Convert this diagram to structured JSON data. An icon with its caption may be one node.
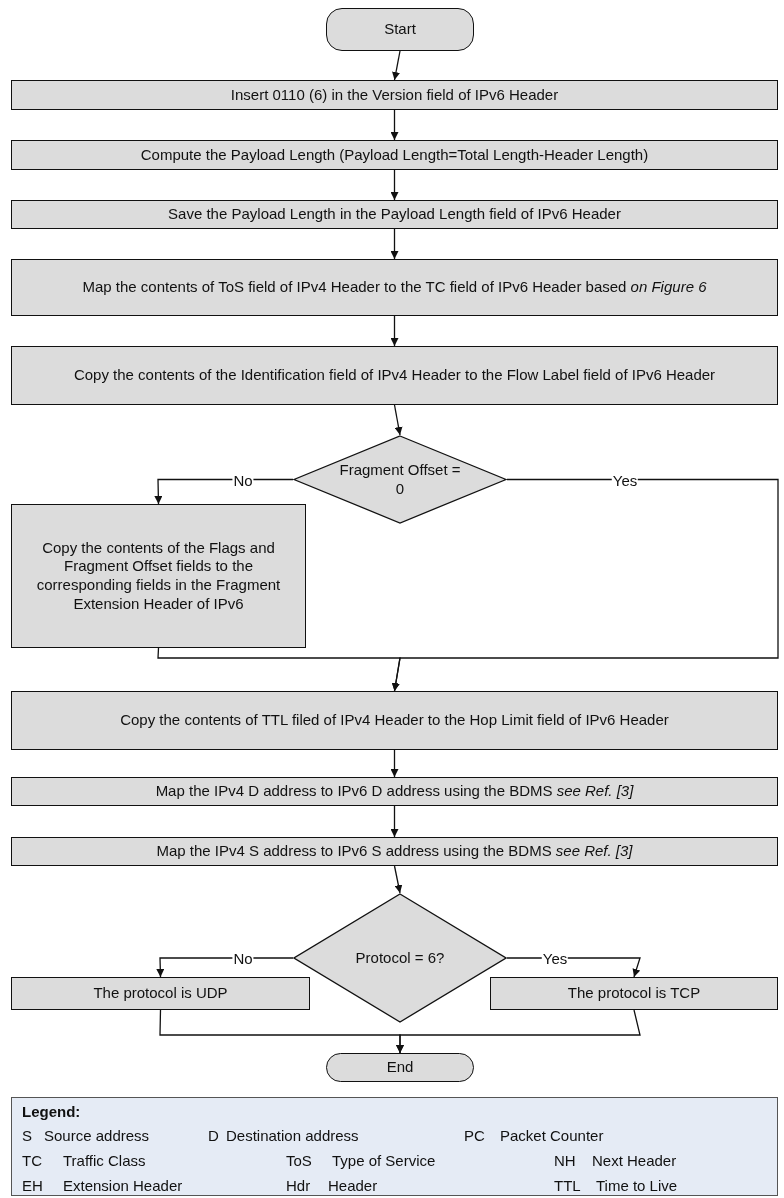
{
  "diagram": {
    "nodes": [
      {
        "text": [
          "Start"
        ]
      },
      {
        "text": [
          "Insert 0110 (6) in the Version field of IPv6 Header"
        ]
      },
      {
        "text": [
          "Compute the Payload Length (Payload Length=Total Length-Header Length)"
        ]
      },
      {
        "text": [
          "Save the Payload Length in the Payload Length field of IPv6 Header"
        ]
      },
      {
        "text": [
          "Map the contents of ToS field of IPv4 Header to the TC field of IPv6 Header based *on Figure 6*"
        ]
      },
      {
        "text": [
          "Copy the contents of the Identification field of IPv4 Header to the Flow Label field of IPv6 Header"
        ]
      },
      {
        "text": [
          "Fragment Offset = 0"
        ]
      },
      {
        "text": [
          "Copy the contents of the Flags and Fragment Offset fields to the corresponding fields in the Fragment Extension Header of IPv6"
        ]
      },
      {
        "text": [
          "Copy the contents of TTL filed of IPv4 Header to the Hop Limit field of IPv6 Header"
        ]
      },
      {
        "text": [
          "Map the IPv4 D address to IPv6 D address using the BDMS *see Ref. [3]*"
        ]
      },
      {
        "text": [
          "Map the IPv4 S address to IPv6 S address using the BDMS *see Ref. [3]*"
        ]
      },
      {
        "text": [
          "Protocol = 6?"
        ]
      },
      {
        "text": [
          "The protocol is UDP"
        ]
      },
      {
        "text": [
          "The protocol is TCP"
        ]
      },
      {
        "text": [
          "End"
        ]
      },
      {
        "text": [
          "Legend:",
          "S",
          "Source address",
          "D",
          "Destination address",
          "PC",
          "Packet Counter",
          "TC",
          "Traffic Class",
          "ToS",
          "Type of Service",
          "NH",
          "Next Header",
          "EH",
          "Extension Header",
          "Hdr",
          "Header",
          "TTL",
          "Time to Live"
        ]
      }
    ],
    "edges": [
      {
        "from": 0,
        "to": 1,
        "arrow": "to"
      },
      {
        "from": 1,
        "to": 2,
        "arrow": "to"
      },
      {
        "from": 2,
        "to": 3,
        "arrow": "to"
      },
      {
        "from": 3,
        "to": 4,
        "arrow": "to"
      },
      {
        "from": 4,
        "to": 5,
        "arrow": "to"
      },
      {
        "from": 5,
        "to": 6,
        "arrow": "to"
      },
      {
        "from": 6,
        "to": 7,
        "arrow": "to",
        "label": "No"
      },
      {
        "from": 6,
        "to": 8,
        "arrow": "to",
        "label": "Yes"
      },
      {
        "from": 7,
        "to": 8,
        "arrow": "to"
      },
      {
        "from": 8,
        "to": 9,
        "arrow": "to"
      },
      {
        "from": 9,
        "to": 10,
        "arrow": "to"
      },
      {
        "from": 10,
        "to": 11,
        "arrow": "to"
      },
      {
        "from": 11,
        "to": 12,
        "arrow": "to",
        "label": "No"
      },
      {
        "from": 11,
        "to": 13,
        "arrow": "to",
        "label": "Yes"
      },
      {
        "from": 12,
        "to": 14,
        "arrow": "to"
      },
      {
        "from": 13,
        "to": 14,
        "arrow": "to"
      }
    ]
  }
}
